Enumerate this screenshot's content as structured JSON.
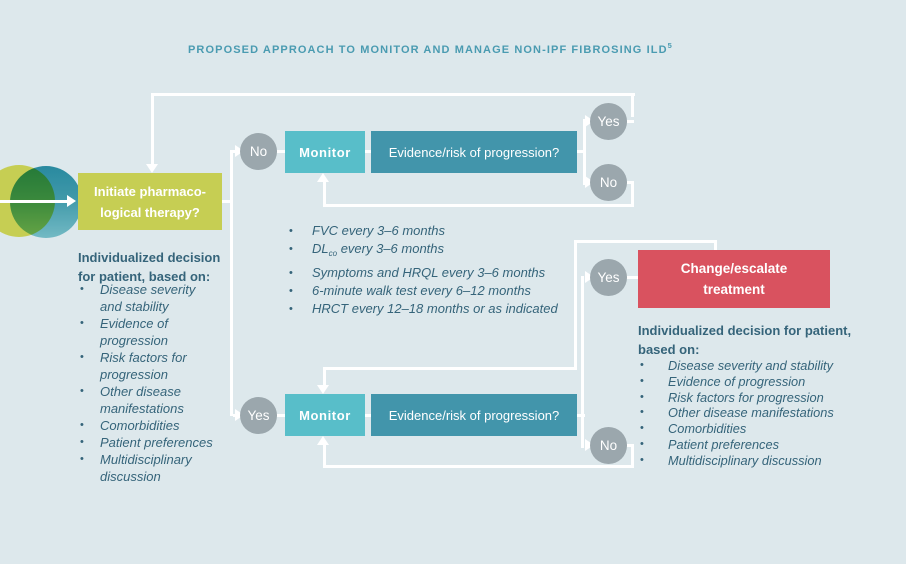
{
  "title": {
    "text": "PROPOSED APPROACH TO MONITOR AND MANAGE NON-IPF FIBROSING ILD",
    "footnote_ref": "5"
  },
  "nodes": {
    "initiate": {
      "line1": "Initiate pharmaco-",
      "line2": "logical therapy?"
    },
    "monitor": "Monitor",
    "evidence_question": "Evidence/risk of progression?",
    "change": {
      "line1": "Change/escalate",
      "line2": "treatment"
    },
    "yes": "Yes",
    "no": "No"
  },
  "left_panel": {
    "heading_line1": "Individualized decision",
    "heading_line2": "for patient, based on:",
    "items": [
      "Disease severity and stability",
      "Evidence of progression",
      "Risk factors for progression",
      "Other disease manifestations",
      "Comorbidities",
      "Patient preferences",
      "Multidisciplinary discussion"
    ]
  },
  "monitoring_list": {
    "items": [
      {
        "text": "FVC every 3–6 months"
      },
      {
        "prefix": "DL",
        "sub": "co",
        "rest": " every 3–6 months"
      },
      {
        "text": "Symptoms and HRQL every 3–6 months"
      },
      {
        "text": "6-minute walk test every 6–12 months"
      },
      {
        "text": "HRCT every 12–18 months or as indicated"
      }
    ]
  },
  "right_panel": {
    "heading_line1": "Individualized decision for patient,",
    "heading_line2": "based on:",
    "items": [
      "Disease severity and stability",
      "Evidence of progression",
      "Risk factors for progression",
      "Other disease manifestations",
      "Comorbidities",
      "Patient preferences",
      "Multidisciplinary discussion"
    ]
  },
  "colors": {
    "background": "#dde8ec",
    "title_teal": "#4a9bb1",
    "body_text": "#35647a",
    "monitor_box": "#58bec9",
    "evidence_box": "#4295ab",
    "initiate_box": "#c6ce53",
    "change_box": "#d9525f",
    "circle_gray": "#9ba7ad",
    "connector": "#ffffff"
  }
}
